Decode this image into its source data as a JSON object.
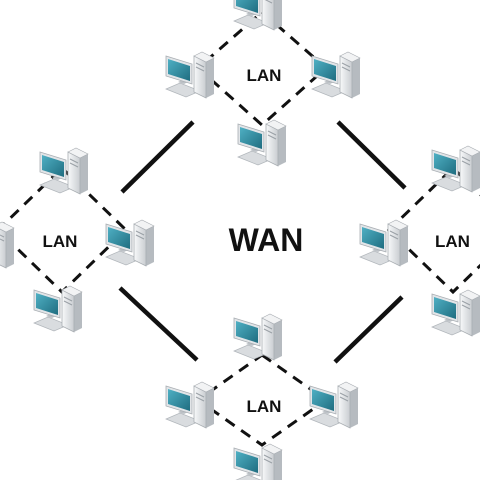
{
  "wan": {
    "label": "WAN"
  },
  "lans": [
    {
      "label": "LAN"
    },
    {
      "label": "LAN"
    },
    {
      "label": "LAN"
    },
    {
      "label": "LAN"
    }
  ],
  "colors": {
    "background": "#ffffff",
    "link": "#111111",
    "screen": "#2a7f93",
    "device_body": "#e6e8ea"
  },
  "icon": "desktop-computer-icon"
}
